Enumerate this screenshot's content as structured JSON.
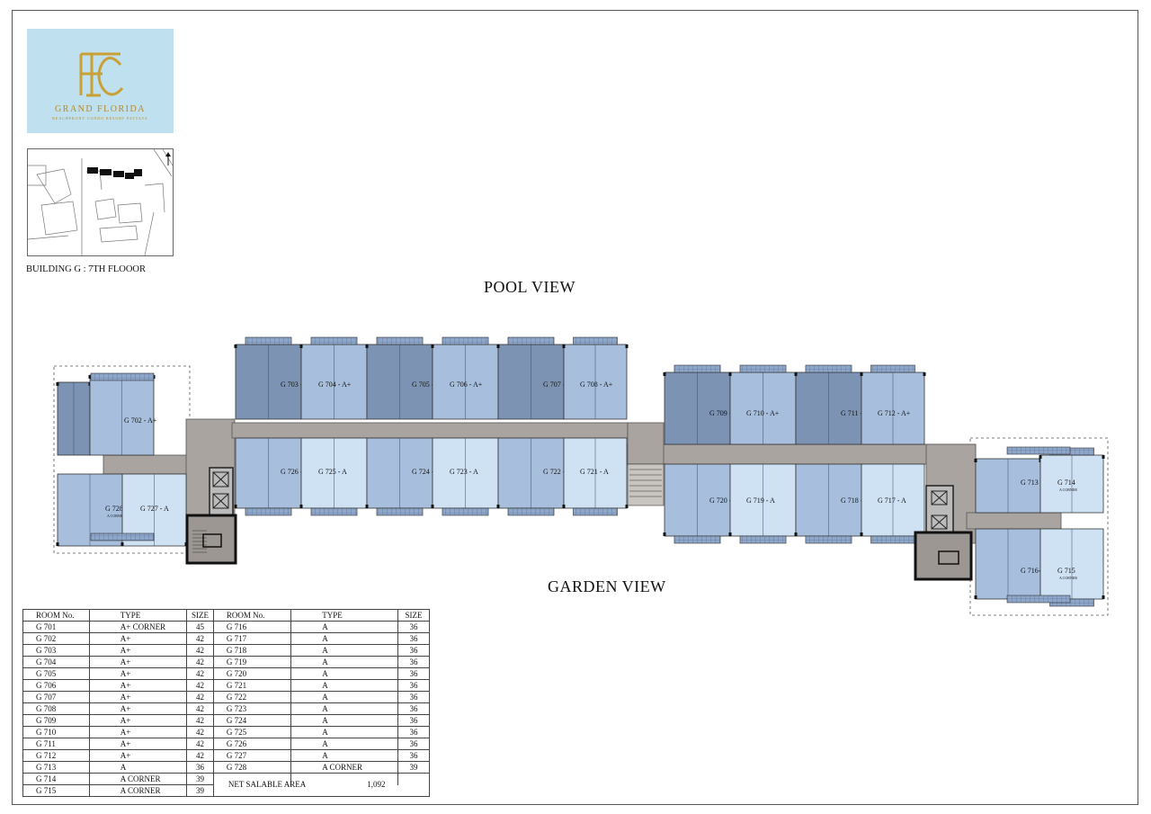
{
  "brand": {
    "name": "GRAND FLORIDA",
    "tagline": "BEACHFRONT CONDO RESORT PATTAYA"
  },
  "building_label": "BUILDING G : 7TH FLOOOR",
  "views": {
    "top": "POOL VIEW",
    "bottom": "GARDEN VIEW"
  },
  "colors": {
    "dark_unit": "#7c93b4",
    "mid_unit": "#a7bfdd",
    "light_unit": "#cfe2f4",
    "corridor": "#a9a49f",
    "logo_bg": "#bfe0ef",
    "gold": "#b48a2a"
  },
  "icons": [
    "north-arrow-icon",
    "elevator-icon",
    "stair-icon"
  ],
  "units_plan": {
    "top": [
      {
        "id": "701",
        "label": "G 701",
        "sub": "A+ CORNER"
      },
      {
        "id": "702",
        "label": "G 702 - A+"
      },
      {
        "id": "703",
        "label": "G 703 - A+"
      },
      {
        "id": "704",
        "label": "G 704 - A+"
      },
      {
        "id": "705",
        "label": "G 705 - A+"
      },
      {
        "id": "706",
        "label": "G 706 - A+"
      },
      {
        "id": "707",
        "label": "G 707 - A+"
      },
      {
        "id": "708",
        "label": "G 708 - A+"
      },
      {
        "id": "709",
        "label": "G 709 - A+"
      },
      {
        "id": "710",
        "label": "G 710 - A+"
      },
      {
        "id": "711",
        "label": "G 711 - A+"
      },
      {
        "id": "712",
        "label": "G 712 - A+"
      },
      {
        "id": "713",
        "label": "G 713 - A"
      },
      {
        "id": "714",
        "label": "G 714",
        "sub": "A CORNER"
      }
    ],
    "bottom": [
      {
        "id": "728",
        "label": "G 728",
        "sub": "A CORNER"
      },
      {
        "id": "727",
        "label": "G 727 - A"
      },
      {
        "id": "726",
        "label": "G 726 - A"
      },
      {
        "id": "725",
        "label": "G 725 - A"
      },
      {
        "id": "724",
        "label": "G 724 - A"
      },
      {
        "id": "723",
        "label": "G 723 - A"
      },
      {
        "id": "722",
        "label": "G 722 - A"
      },
      {
        "id": "721",
        "label": "G 721 - A"
      },
      {
        "id": "720",
        "label": "G 720 - A"
      },
      {
        "id": "719",
        "label": "G 719 - A"
      },
      {
        "id": "718",
        "label": "G 718 - A"
      },
      {
        "id": "717",
        "label": "G 717 - A"
      },
      {
        "id": "716",
        "label": "G 716- A"
      },
      {
        "id": "715",
        "label": "G 715",
        "sub": "A CORNER"
      }
    ]
  },
  "table": {
    "headers": [
      "ROOM No.",
      "TYPE",
      "SIZE",
      "ROOM No.",
      "TYPE",
      "SIZE"
    ],
    "rows": [
      [
        "G  701",
        "A+ CORNER",
        "45",
        "G  716",
        "A",
        "36"
      ],
      [
        "G  702",
        "A+",
        "42",
        "G  717",
        "A",
        "36"
      ],
      [
        "G  703",
        "A+",
        "42",
        "G  718",
        "A",
        "36"
      ],
      [
        "G  704",
        "A+",
        "42",
        "G  719",
        "A",
        "36"
      ],
      [
        "G  705",
        "A+",
        "42",
        "G  720",
        "A",
        "36"
      ],
      [
        "G  706",
        "A+",
        "42",
        "G  721",
        "A",
        "36"
      ],
      [
        "G  707",
        "A+",
        "42",
        "G  722",
        "A",
        "36"
      ],
      [
        "G  708",
        "A+",
        "42",
        "G  723",
        "A",
        "36"
      ],
      [
        "G  709",
        "A+",
        "42",
        "G  724",
        "A",
        "36"
      ],
      [
        "G  710",
        "A+",
        "42",
        "G  725",
        "A",
        "36"
      ],
      [
        "G  711",
        "A+",
        "42",
        "G  726",
        "A",
        "36"
      ],
      [
        "G  712",
        "A+",
        "42",
        "G  727",
        "A",
        "36"
      ],
      [
        "G  713",
        "A",
        "36",
        "G  728",
        "A CORNER",
        "39"
      ],
      [
        "G  714",
        "A CORNER",
        "39",
        "",
        "",
        ""
      ],
      [
        "G  715",
        "A CORNER",
        "39",
        "",
        "",
        ""
      ]
    ],
    "net_label": "NET SALABLE AREA",
    "net_value": "1,092"
  }
}
